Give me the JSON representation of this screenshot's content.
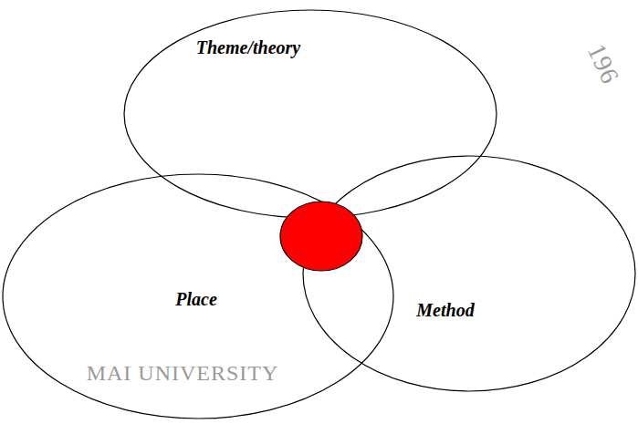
{
  "diagram": {
    "nodes": [
      {
        "text": [
          "Theme/theory"
        ]
      },
      {
        "text": [
          "Place"
        ]
      },
      {
        "text": [
          "Method"
        ]
      }
    ],
    "labels": [
      "MAI UNIVERSITY",
      "196"
    ]
  }
}
